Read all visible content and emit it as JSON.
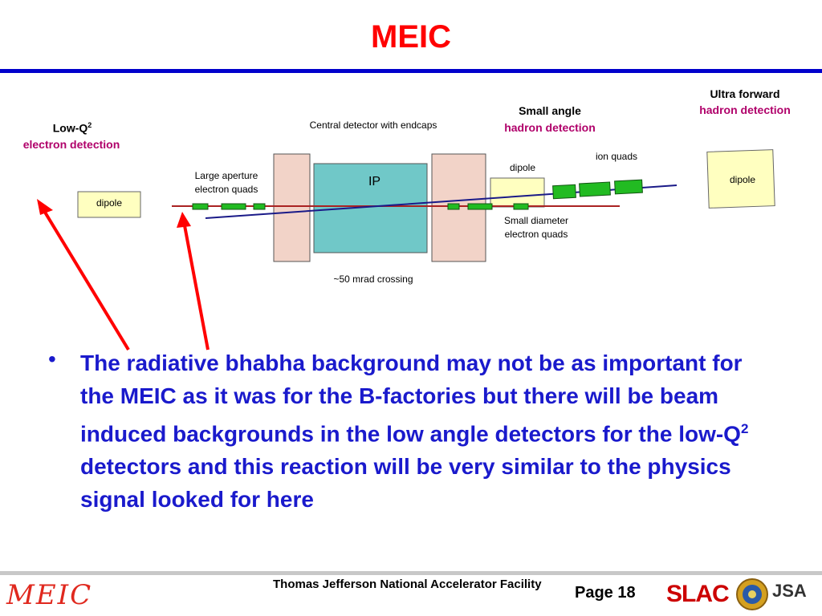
{
  "title": "MEIC",
  "diagram": {
    "low_q_line1": "Low-Q",
    "low_q_sup": "2",
    "low_q_line2": "electron detection",
    "dipole_left": "dipole",
    "large_aperture_line1": "Large aperture",
    "large_aperture_line2": "electron quads",
    "central_detector": "Central detector with endcaps",
    "ip": "IP",
    "crossing": "~50  mrad crossing",
    "small_angle_line1": "Small angle",
    "small_angle_line2": "hadron detection",
    "dipole_mid": "dipole",
    "ion_quads": "ion quads",
    "small_diameter_line1": "Small diameter",
    "small_diameter_line2": "electron quads",
    "ultra_forward_line1": "Ultra forward",
    "ultra_forward_line2": "hadron detection",
    "dipole_right": "dipole",
    "colors": {
      "endcap": "#f2d3c8",
      "ip_box": "#70c8c8",
      "dipole": "#ffffc0",
      "quad": "#22bb22",
      "electron_beam": "#aa2222",
      "ion_beam": "#1a1a88",
      "arrow": "#ff0000"
    }
  },
  "bullet": {
    "marker": "•",
    "text_before": "The radiative bhabha background may not be as important for the MEIC as it was for the B-factories but there will be beam induced backgrounds in the low angle detectors for the low-Q",
    "sup": "2",
    "text_after": " detectors and this reaction will be very similar to the physics signal looked for here"
  },
  "footer": {
    "logo_left": "MEIC",
    "org": "Thomas Jefferson National Accelerator Facility",
    "page": "Page 18",
    "logo_slac": "SLAC",
    "logo_jsa": "JSA"
  }
}
